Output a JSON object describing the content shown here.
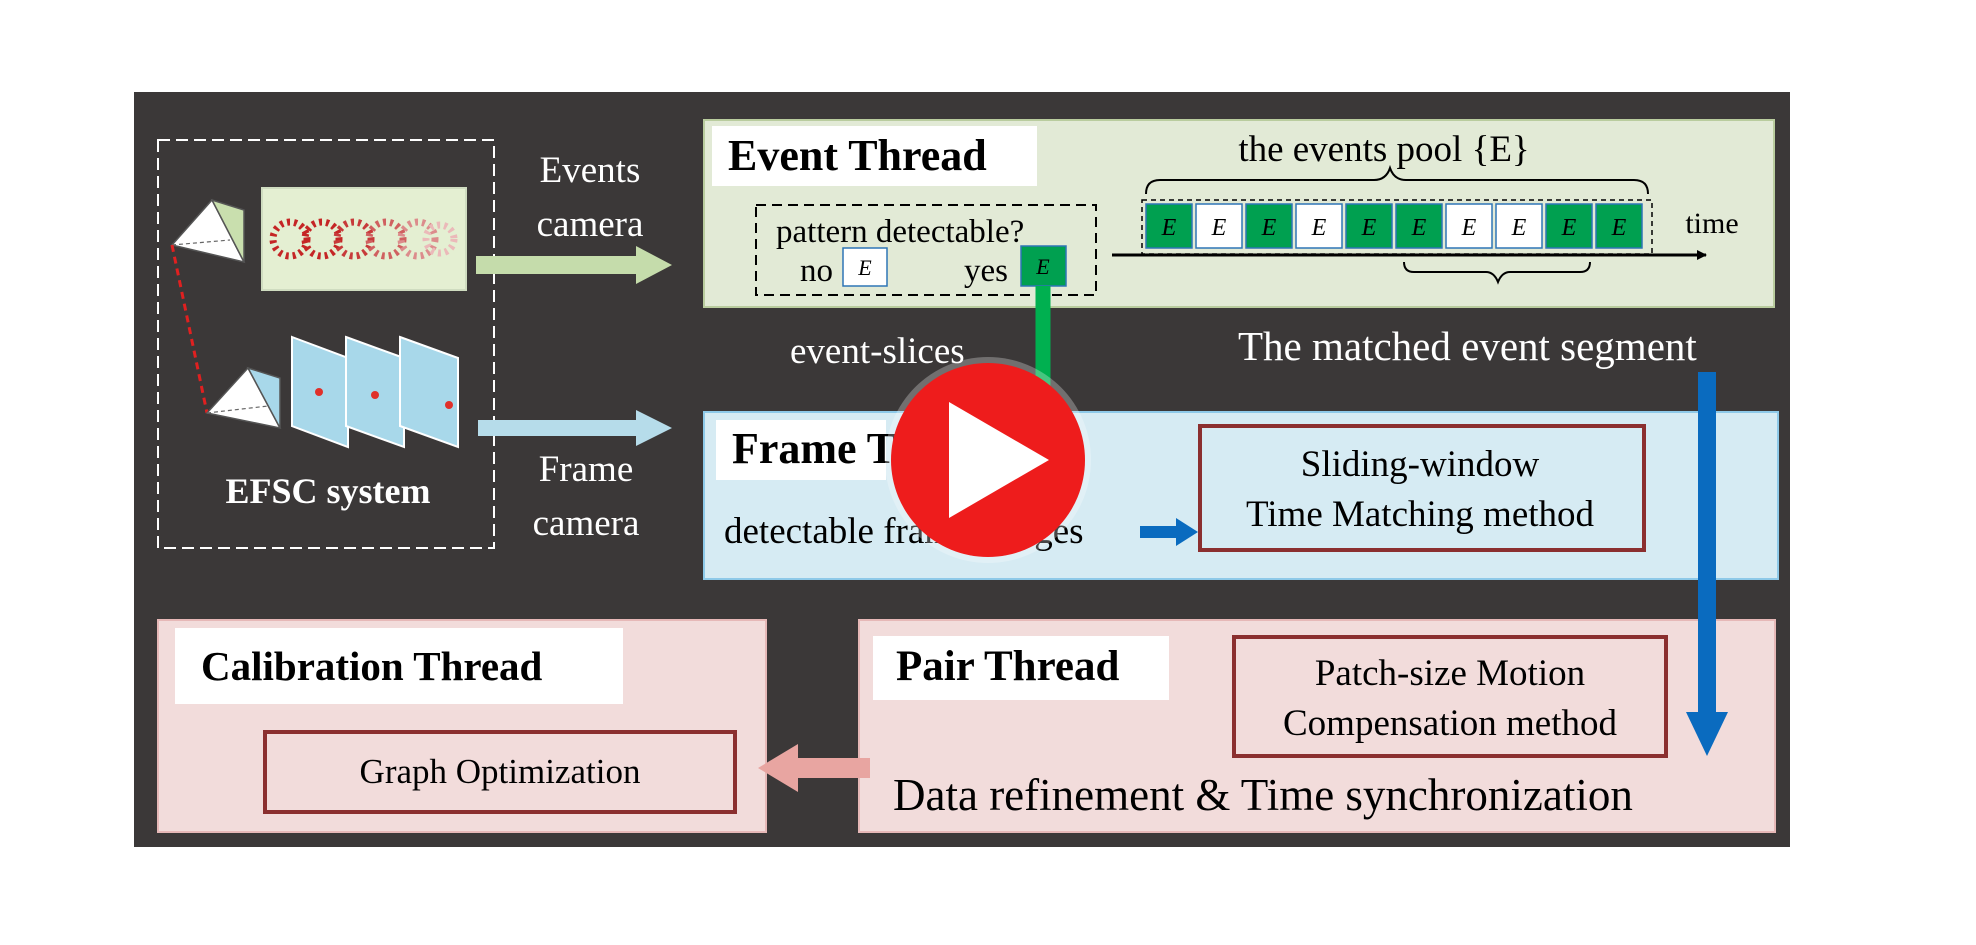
{
  "left": {
    "system_label": "EFSC system",
    "events_camera_line1": "Events",
    "events_camera_line2": "camera",
    "frame_camera_line1": "Frame",
    "frame_camera_line2": "camera"
  },
  "event_thread": {
    "title": "Event Thread",
    "pattern_question": "pattern detectable?",
    "no_label": "no",
    "yes_label": "yes",
    "event_symbol": "E",
    "pool_label": "the events pool {E}",
    "time_label": "time",
    "pool_cells_filled": [
      true,
      false,
      true,
      false,
      true,
      true,
      false,
      false,
      true,
      true
    ],
    "event_slices_label": "event-slices",
    "matched_segment_label": "The matched event segment"
  },
  "frame_thread": {
    "title": "Frame Thread",
    "detectable_label": "detectable frame images",
    "method_line1": "Sliding-window",
    "method_line2": "Time Matching method"
  },
  "calibration_thread": {
    "title": "Calibration Thread",
    "method": "Graph Optimization"
  },
  "pair_thread": {
    "title": "Pair Thread",
    "method_line1": "Patch-size Motion",
    "method_line2": "Compensation method",
    "caption": "Data refinement & Time synchronization"
  },
  "overlay": {
    "play_icon": "play-button-icon"
  },
  "colors": {
    "background": "#3b3838",
    "event_panel": "#e2ead6",
    "frame_panel": "#d6ebf3",
    "pair_panel": "#f2dcdb",
    "green_cell": "#00a050",
    "green_arrow": "#00b050",
    "blue_arrow": "#0a6bbf",
    "box_border": "#8b2f2f",
    "play_red": "#ee1c1c"
  }
}
